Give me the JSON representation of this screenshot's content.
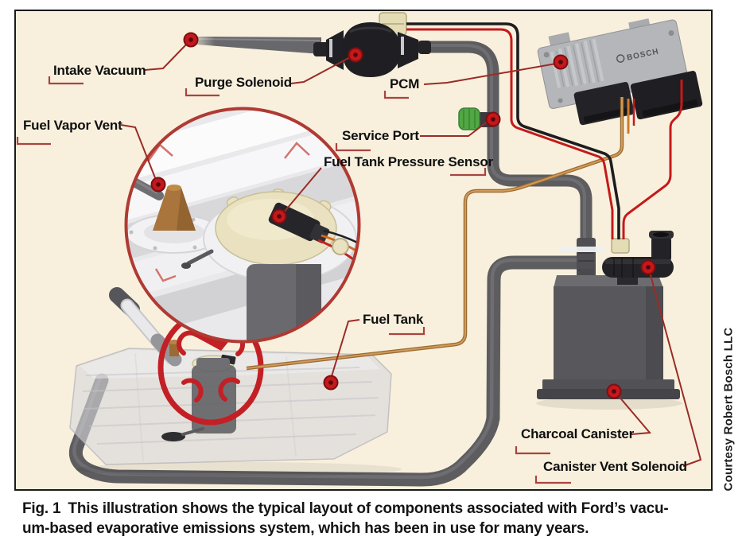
{
  "labels": {
    "intake_vacuum": "Intake Vacuum",
    "purge_solenoid": "Purge Solenoid",
    "pcm": "PCM",
    "fuel_vapor_vent": "Fuel Vapor Vent",
    "service_port": "Service Port",
    "fuel_tank_pressure_sensor": "Fuel Tank Pressure Sensor",
    "fuel_tank": "Fuel Tank",
    "charcoal_canister": "Charcoal Canister",
    "canister_vent_solenoid": "Canister Vent Solenoid"
  },
  "pcm_brand": "BOSCH",
  "credit": "Courtesy Robert Bosch LLC",
  "caption": {
    "fig": "Fig. 1",
    "line1": "This illustration shows the typical layout of components associated with Ford’s vacu-",
    "line2": "um-based evaporative emissions system, which has been in use for many years."
  },
  "colors": {
    "canvas": "#f8f0dd",
    "frame": "#1b1b1b",
    "callout_red": "#9b2b26",
    "marker_red": "#c3181c",
    "hose_gray": "#5d5d60",
    "wire_red": "#c41a1a",
    "wire_black": "#1d1d20",
    "wire_tan": "#9a6a30",
    "ring_red": "#c32026",
    "service_cap_green": "#50a844"
  }
}
